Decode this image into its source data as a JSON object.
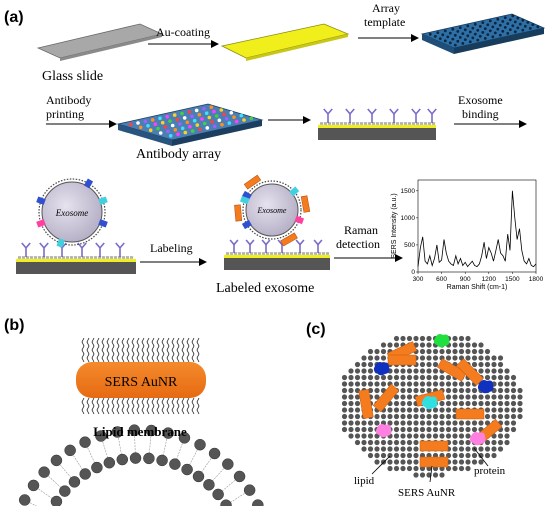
{
  "panels": {
    "a": "(a)",
    "b": "(b)",
    "c": "(c)"
  },
  "steps": {
    "glass_slide": "Glass slide",
    "au_coating": "Au-coating",
    "array_template_1": "Array",
    "array_template_2": "template",
    "antibody_printing_1": "Antibody",
    "antibody_printing_2": "printing",
    "antibody_array": "Antibody array",
    "exosome_binding_1": "Exosome",
    "exosome_binding_2": "binding",
    "exosome": "Exosome",
    "labeling": "Labeling",
    "labeled_exosome": "Labeled exosome",
    "raman_detection_1": "Raman",
    "raman_detection_2": "detection"
  },
  "panel_b": {
    "aunr_label": "SERS AuNR",
    "membrane_label": "Lipid membrane"
  },
  "panel_c": {
    "lipid_label": "lipid",
    "protein_label": "protein",
    "aunr_label": "SERS AuNR"
  },
  "chart_data": {
    "type": "line",
    "xlabel": "Raman Shift (cm-1)",
    "ylabel": "SERS Intensity (a.u.)",
    "xlim": [
      300,
      1800
    ],
    "ylim": [
      0,
      1700
    ],
    "xticks": [
      300,
      600,
      900,
      1200,
      1500,
      1800
    ],
    "yticks": [
      0,
      500,
      1000,
      1500
    ],
    "x": [
      300,
      330,
      360,
      390,
      420,
      450,
      480,
      510,
      540,
      570,
      600,
      630,
      660,
      690,
      720,
      750,
      780,
      810,
      840,
      870,
      900,
      930,
      960,
      990,
      1020,
      1050,
      1080,
      1110,
      1140,
      1170,
      1200,
      1230,
      1260,
      1290,
      1320,
      1350,
      1380,
      1410,
      1440,
      1470,
      1500,
      1530,
      1560,
      1590,
      1620,
      1650,
      1680,
      1710,
      1740,
      1770,
      1800
    ],
    "y": [
      100,
      450,
      650,
      200,
      150,
      300,
      120,
      250,
      500,
      180,
      220,
      600,
      350,
      200,
      150,
      120,
      300,
      150,
      250,
      120,
      180,
      100,
      150,
      200,
      120,
      100,
      150,
      300,
      550,
      250,
      450,
      350,
      200,
      400,
      600,
      350,
      300,
      200,
      700,
      400,
      1500,
      1000,
      600,
      800,
      400,
      200,
      150,
      250,
      120,
      100,
      150
    ]
  },
  "colors": {
    "gold": "#f0ef1b",
    "orange": "#f47c1f",
    "slide_blue": "#1f5a8c",
    "antibody": "#7b6cc8"
  }
}
